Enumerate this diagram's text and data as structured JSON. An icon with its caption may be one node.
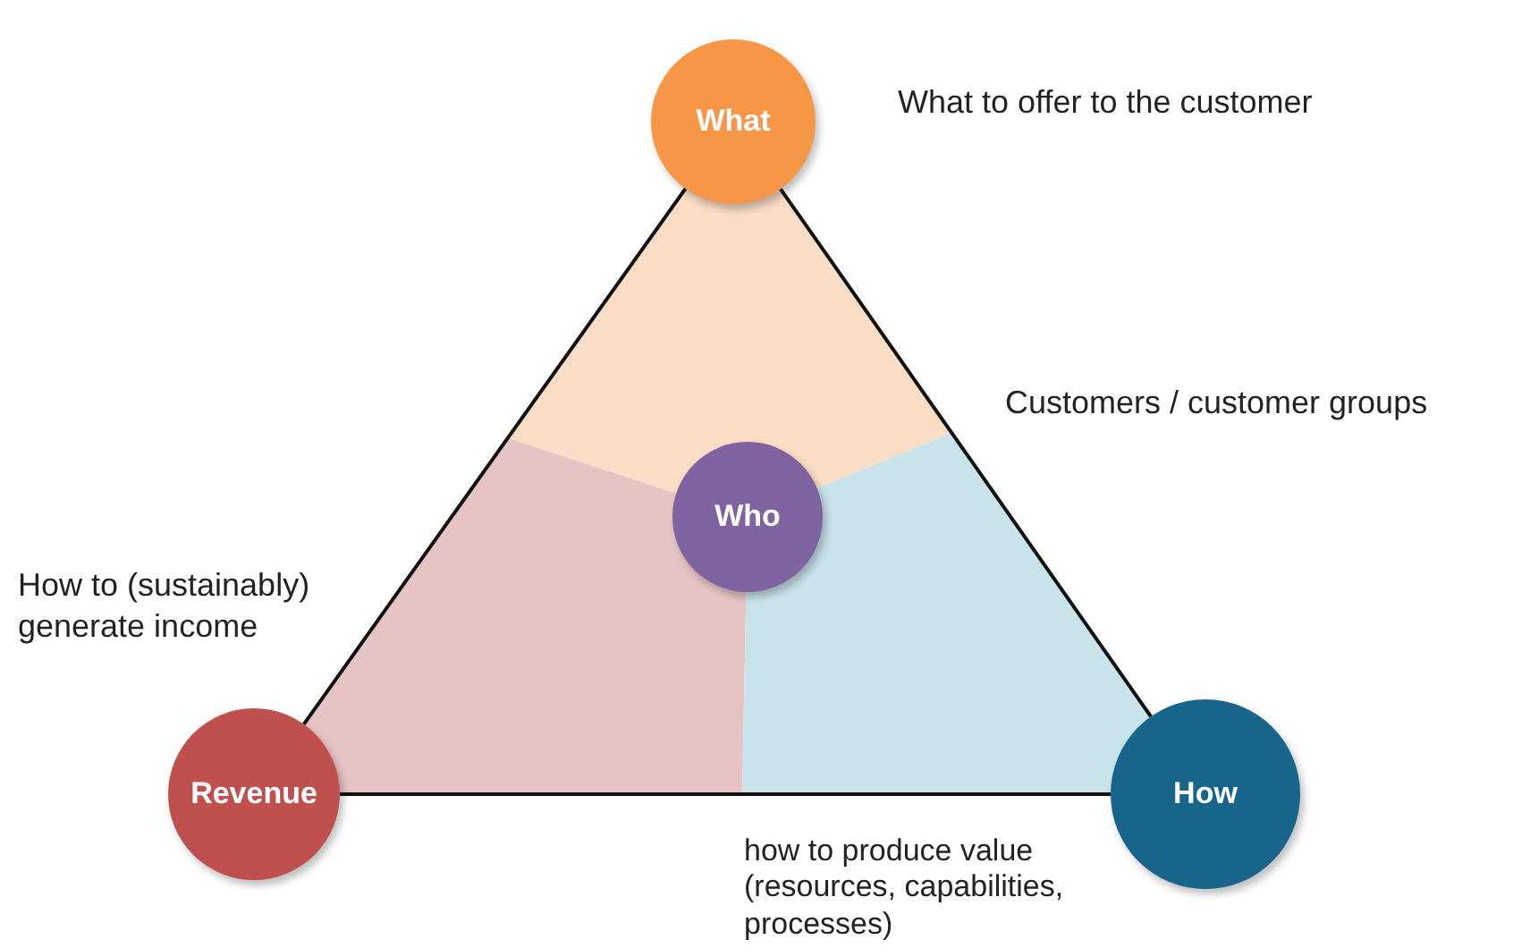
{
  "diagram": {
    "nodes": [
      {
        "text": [
          "What"
        ],
        "beside": [
          "What to offer to the customer"
        ]
      },
      {
        "text": [
          "Who"
        ]
      },
      {
        "text": [
          "Revenue"
        ],
        "beside": [
          "How to (sustainably) generate income"
        ]
      },
      {
        "text": [
          "How"
        ],
        "beside": [
          "how to produce value (resources, capabilities, processes)"
        ]
      }
    ],
    "edges": [
      {
        "from": 0,
        "to": 2,
        "arrow": "none"
      },
      {
        "from": 2,
        "to": 3,
        "arrow": "none"
      },
      {
        "from": 3,
        "to": 0,
        "arrow": "none"
      }
    ],
    "labels": [
      "Customers / customer groups"
    ]
  }
}
